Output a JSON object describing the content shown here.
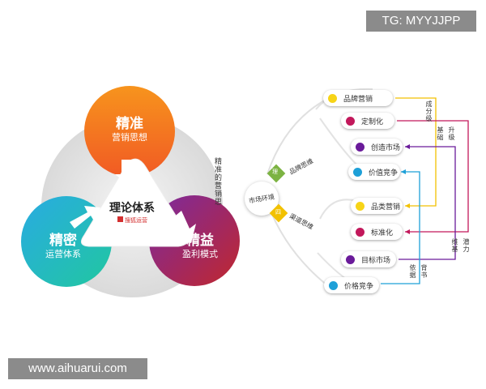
{
  "watermark_tg": "TG: MYYJJPP",
  "watermark_url": "www.aihuarui.com",
  "center": {
    "title": "理论体系",
    "logo_text": "搜狐运营"
  },
  "circles": [
    {
      "line1": "精准",
      "line2": "营销思想",
      "color_a": "#f7941d",
      "color_b": "#f15a24"
    },
    {
      "line1": "精密",
      "line2": "运营体系",
      "color_a": "#29abe2",
      "color_b": "#1bc6a6"
    },
    {
      "line1": "精益",
      "line2": "盈利模式",
      "color_a": "#662d91",
      "color_b": "#c1272d"
    }
  ],
  "vertical_note": "精准的营销思",
  "root_node": "市场环境",
  "branch_top": {
    "tag": "理",
    "label": "品牌思维"
  },
  "branch_bottom": {
    "tag": "四",
    "label": "渠道思维"
  },
  "pills": [
    {
      "label": "品牌营销",
      "dot": "#f7d417"
    },
    {
      "label": "定制化",
      "dot": "#c2185b"
    },
    {
      "label": "创造市场",
      "dot": "#6a1b9a"
    },
    {
      "label": "价值竞争",
      "dot": "#1ea0d8"
    },
    {
      "label": "品类营销",
      "dot": "#f7d417"
    },
    {
      "label": "标准化",
      "dot": "#c2185b"
    },
    {
      "label": "目标市场",
      "dot": "#6a1b9a"
    },
    {
      "label": "价格竞争",
      "dot": "#1ea0d8"
    }
  ],
  "arrow_labels": {
    "cost_share": "成分级",
    "base": "基础",
    "upgrade": "升级",
    "dimension": "维基",
    "potential": "潜力",
    "basis": "依据",
    "market_book": "背书"
  }
}
